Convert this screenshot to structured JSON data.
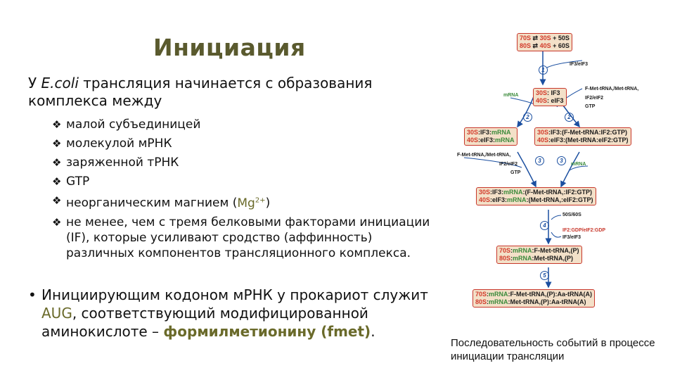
{
  "title": "Инициация",
  "intro": {
    "prefix": "У ",
    "organism": "E.coli",
    "suffix": " трансляция начинается с образования комплекса между"
  },
  "bullet_mark": "❖",
  "bullets": [
    "малой субъединицей",
    "молекулой мРНК",
    "заряженной тРНК",
    "GTP",
    "неорганическим магнием (",
    "не менее, чем с тремя белковыми факторами инициации (IF), которые усиливают сродство (аффинность) различных компонентов трансляционного комплекса."
  ],
  "magnesium": {
    "symbol": "Mg",
    "charge": "2+",
    "close": ")"
  },
  "main_point": {
    "dot": "•",
    "text1": "Инициирующим кодоном мРНК у прокариот служит ",
    "codon": "AUG",
    "text2": ", соответствующий модифицированной аминокислоте – ",
    "amino": "формилметионину (fmet)",
    "end": "."
  },
  "diagram": {
    "box0": {
      "l1a": "70S",
      "l1b": "⇄",
      "l1c": "30S",
      "l1d": "+ 50S",
      "l2a": "80S",
      "l2b": "⇄",
      "l2c": "40S",
      "l2d": "+ 60S"
    },
    "label_if3": "IF3/eIF3",
    "label_mrna_left": "mRNA",
    "box1": {
      "l1a": "30S",
      "l1b": ": IF3",
      "l2a": "40S",
      "l2b": ": eIF3"
    },
    "label_fmet_right": "F-Met-tRNA,/Met-tRNA,",
    "label_if2_right": "IF2/eIF2",
    "label_gtp_right": "GTP",
    "box2a": {
      "l1a": "30S",
      "l1b": ":IF3:",
      "l1c": "mRNA",
      "l2a": "40S",
      "l2b": ":eIF3:",
      "l2c": "mRNA"
    },
    "box2b": {
      "l1a": "30S",
      "l1b": ":IF3:(F-Met-tRNA",
      "l1c": ":IF2:GTP)",
      "l2a": "40S",
      "l2b": ":eIF3:(Met-tRNA",
      "l2c": ":eIF2:GTP)"
    },
    "label_fmet_left": "F-Met-tRNA,/Met-tRNA,",
    "label_if2_left": "IF2/eIF2",
    "label_gtp_left": "GTP",
    "label_mrna_right": "mRNA",
    "box3": {
      "l1a": "30S",
      "l1b": ":IF3:",
      "l1c": "mRNA",
      "l1d": ":(F-Met-tRNA,:IF2:GTP)",
      "l2a": "40S",
      "l2b": ":eIF3:",
      "l2c": "mRNA",
      "l2d": ":(Met-tRNA,:eIF2:GTP)"
    },
    "label_50s": "50S/60S",
    "label_if2gdp": "IF2:GDP/eIF2:GDP",
    "label_if3b": "IF3/eIF3",
    "box4": {
      "l1a": "70S",
      "l1b": ":",
      "l1c": "mRNA",
      "l1d": ":F-Met-tRNA,(P)",
      "l2a": "80S",
      "l2b": ":",
      "l2c": "mRNA",
      "l2d": ":Met-tRNA,(P)"
    },
    "box5": {
      "l1a": "70S",
      "l1b": ":",
      "l1c": "mRNA",
      "l1d": ":F-Met-tRNA,(P):Aa-tRNA(A)",
      "l2a": "80S",
      "l2b": ":",
      "l2c": "mRNA",
      "l2d": ":Met-tRNA,(P):Aa-tRNA(A)"
    },
    "steps": [
      "1",
      "2",
      "2",
      "3",
      "3",
      "4",
      "5"
    ]
  },
  "caption": "Последовательность событий в процессе инициации трансляции",
  "colors": {
    "title": "#5a5a2e",
    "accent": "#6a6a2a",
    "box_border": "#c8372b",
    "box_fill": "#f3e0c8",
    "arrow": "#1b4fa0",
    "green": "#3a8a3a"
  }
}
